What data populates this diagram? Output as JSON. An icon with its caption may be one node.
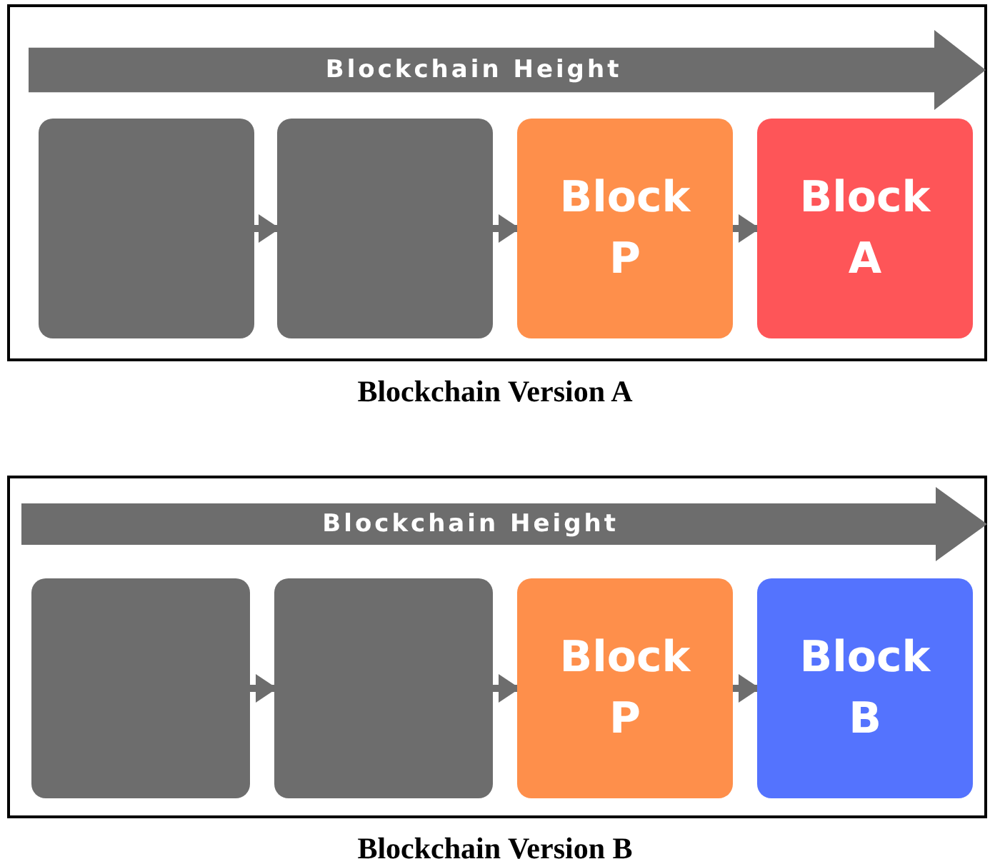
{
  "diagram": {
    "nodes": [
      {
        "text": [],
        "shape": "box",
        "beside": [
          "Blockchain Version A"
        ]
      },
      {
        "text": [
          "Blockchain Height"
        ],
        "in": 0
      },
      {
        "text": [],
        "shape": "box",
        "in": 0
      },
      {
        "text": [],
        "shape": "box",
        "in": 0
      },
      {
        "text": [
          "Block P"
        ],
        "in": 0
      },
      {
        "text": [
          "Block A"
        ],
        "in": 0
      },
      {
        "text": [],
        "shape": "box",
        "beside": [
          "Blockchain Version B"
        ]
      },
      {
        "text": [
          "Blockchain Height"
        ],
        "in": 6
      },
      {
        "text": [],
        "shape": "box",
        "in": 6
      },
      {
        "text": [],
        "shape": "box",
        "in": 6
      },
      {
        "text": [
          "Block P"
        ],
        "in": 6
      },
      {
        "text": [
          "Block B"
        ],
        "in": 6
      }
    ],
    "edges": [
      {
        "from": 2,
        "to": 3,
        "arrow": "to"
      },
      {
        "from": 3,
        "to": 4,
        "arrow": "to"
      },
      {
        "from": 4,
        "to": 5,
        "arrow": "to"
      },
      {
        "from": 8,
        "to": 9,
        "arrow": "to"
      },
      {
        "from": 9,
        "to": 10,
        "arrow": "to"
      },
      {
        "from": 10,
        "to": 11,
        "arrow": "to"
      }
    ]
  }
}
